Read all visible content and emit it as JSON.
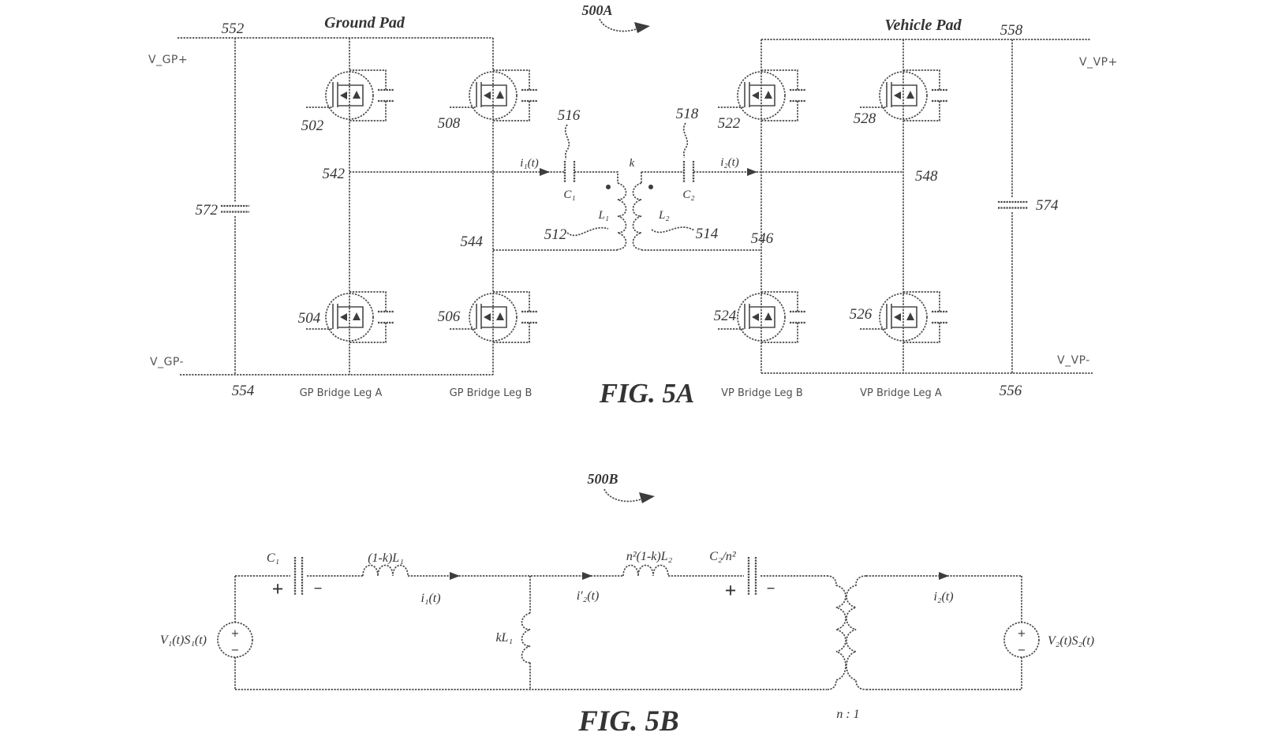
{
  "colors": {
    "ink": "#4a4a4a",
    "text": "#343434"
  },
  "fig5a": {
    "tag": "500A",
    "caption": "FIG. 5A",
    "ground_pad_title": "Ground Pad",
    "vehicle_pad_title": "Vehicle Pad",
    "v_gp_plus": "V_GP+",
    "v_gp_minus": "V_GP-",
    "v_vp_plus": "V_VP+",
    "v_vp_minus": "V_VP-",
    "ref_552": "552",
    "ref_554": "554",
    "ref_556": "556",
    "ref_558": "558",
    "ref_572": "572",
    "ref_574": "574",
    "ref_502": "502",
    "ref_504": "504",
    "ref_506": "506",
    "ref_508": "508",
    "ref_522": "522",
    "ref_524": "524",
    "ref_526": "526",
    "ref_528": "528",
    "ref_542": "542",
    "ref_544": "544",
    "ref_546": "546",
    "ref_548": "548",
    "ref_512": "512",
    "ref_514": "514",
    "ref_516": "516",
    "ref_518": "518",
    "gp_leg_a": "GP Bridge Leg A",
    "gp_leg_b": "GP Bridge Leg B",
    "vp_leg_b": "VP Bridge Leg B",
    "vp_leg_a": "VP Bridge Leg A",
    "cap1": "C₁",
    "cap2": "C₂",
    "ind1": "L₁",
    "ind2": "L₂",
    "coupling": "k",
    "i1": "i₁(t)",
    "i2": "i₂(t)"
  },
  "fig5b": {
    "tag": "500B",
    "caption": "FIG. 5B",
    "source1": "V₁(t)S₁(t)",
    "source2": "V₂(t)S₂(t)",
    "cap1": "C₁",
    "ind1": "(1-k)L₁",
    "i1": "i₁(t)",
    "shunt_ind": "kL₁",
    "i2_reflected": "i′₂(t)",
    "ind2": "n²(1-k)L₂",
    "cap2": "C₂/n²",
    "i2": "i₂(t)",
    "turns_ratio": "n : 1",
    "plus": "+",
    "minus": "−",
    "source_plus": "+",
    "source_minus": "−"
  }
}
